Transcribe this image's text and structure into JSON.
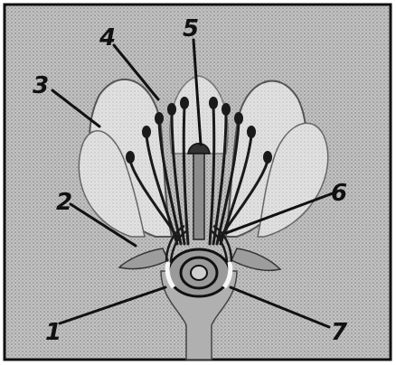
{
  "diagram": {
    "kind": "flower-longitudinal-section",
    "style": "halftone-print",
    "colors": {
      "background": "#ffffff",
      "frame": "#111111",
      "panel": "#b9b9b9",
      "panel_light": "#d2d2d2",
      "petal": "#e3e3e3",
      "ink": "#111111",
      "highlight": "#f7f7f7"
    },
    "labels": [
      {
        "id": "1",
        "text": "1"
      },
      {
        "id": "2",
        "text": "2"
      },
      {
        "id": "3",
        "text": "3"
      },
      {
        "id": "4",
        "text": "4"
      },
      {
        "id": "5",
        "text": "5"
      },
      {
        "id": "6",
        "text": "6"
      },
      {
        "id": "7",
        "text": "7"
      }
    ]
  }
}
